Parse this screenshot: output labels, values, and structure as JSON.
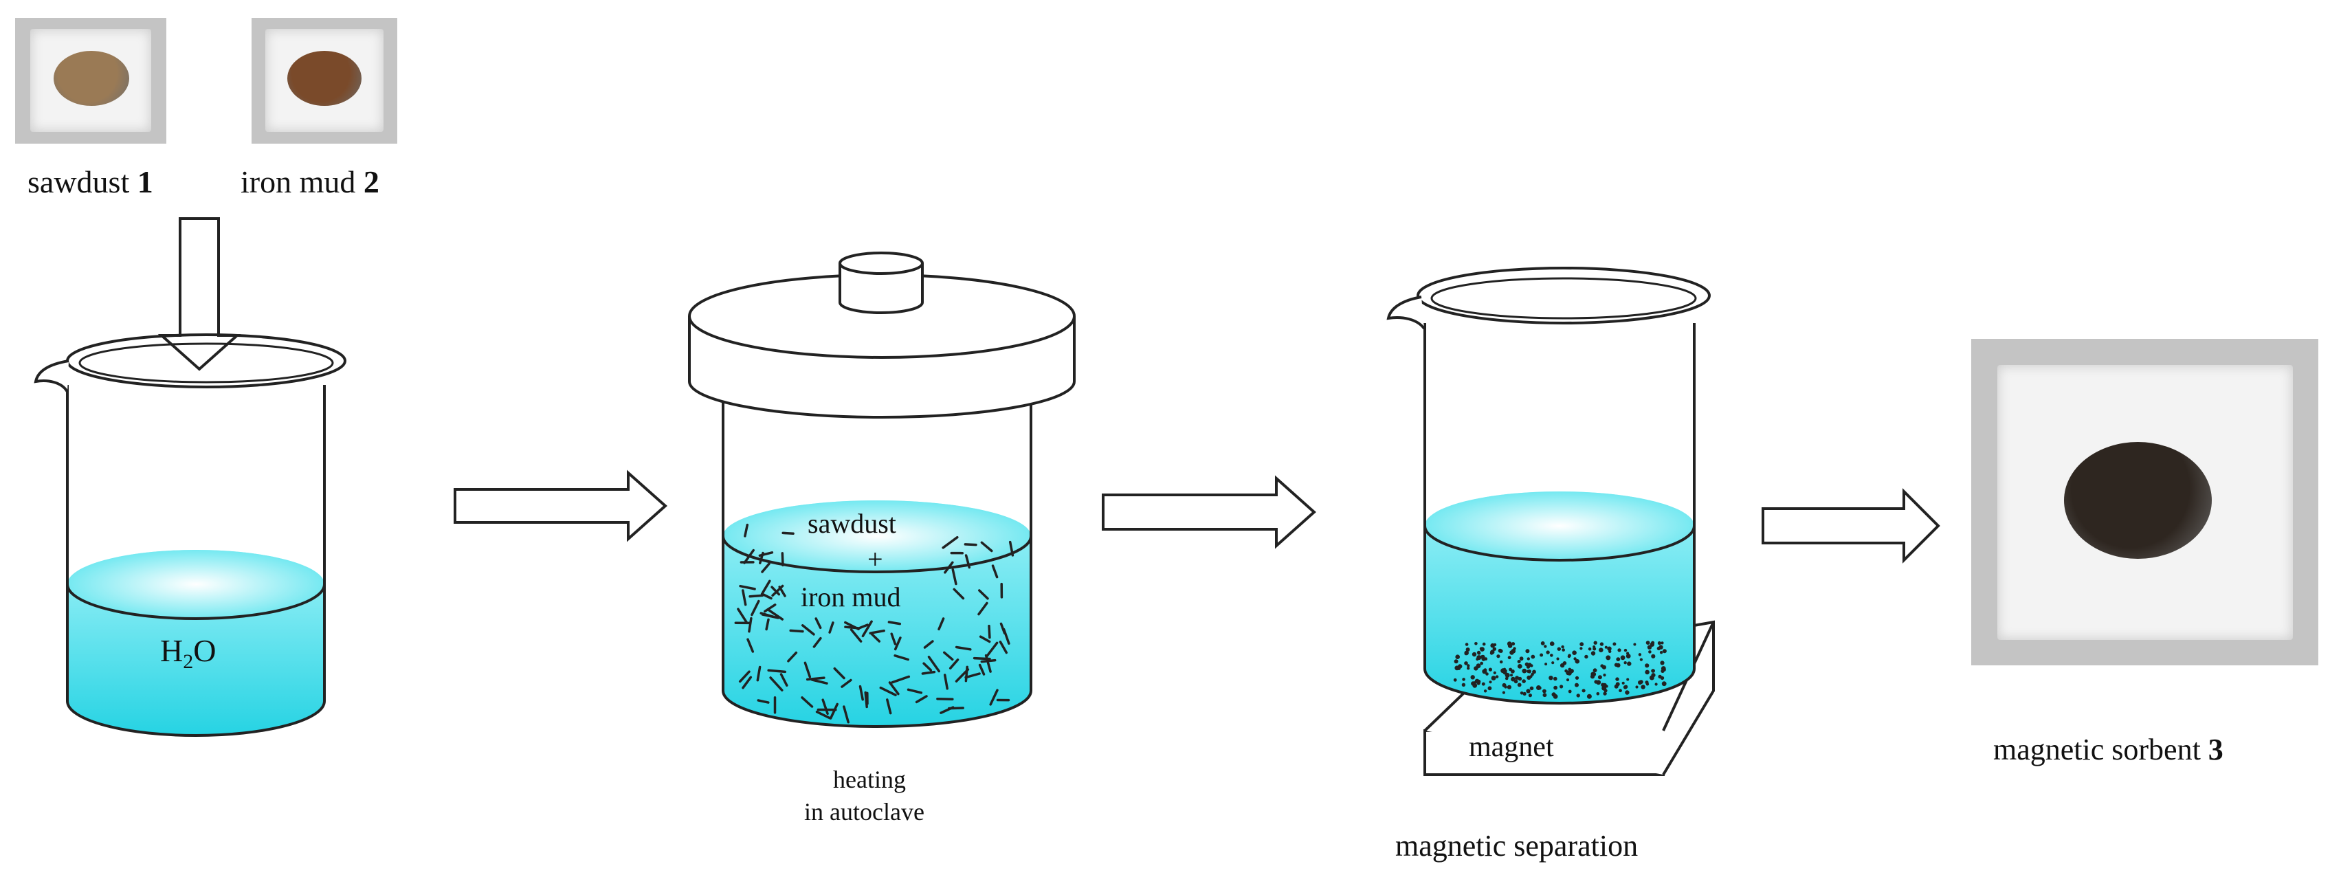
{
  "inputs": {
    "sawdust": {
      "name": "sawdust",
      "number": "1",
      "pile_color": "#9a7a55"
    },
    "iron_mud": {
      "name": "iron mud",
      "number": "2",
      "pile_color": "#7a4a2a"
    }
  },
  "steps": {
    "beaker1": {
      "liquid_label_main": "H",
      "liquid_label_sub": "2",
      "liquid_label_tail": "O"
    },
    "autoclave": {
      "content_line1": "sawdust",
      "content_line2": "+",
      "content_line3": "iron mud",
      "caption_line1": "heating",
      "caption_line2": "in autoclave"
    },
    "separation": {
      "magnet_label": "magnet",
      "caption": "magnetic separation"
    },
    "product": {
      "name": "magnetic sorbent",
      "number": "3",
      "pile_color": "#2e2620"
    }
  },
  "colors": {
    "liquid_light": "#e6fcff",
    "liquid_dark": "#2ad7e6",
    "outline": "#222222",
    "photo_bg": "#c4c4c4"
  }
}
